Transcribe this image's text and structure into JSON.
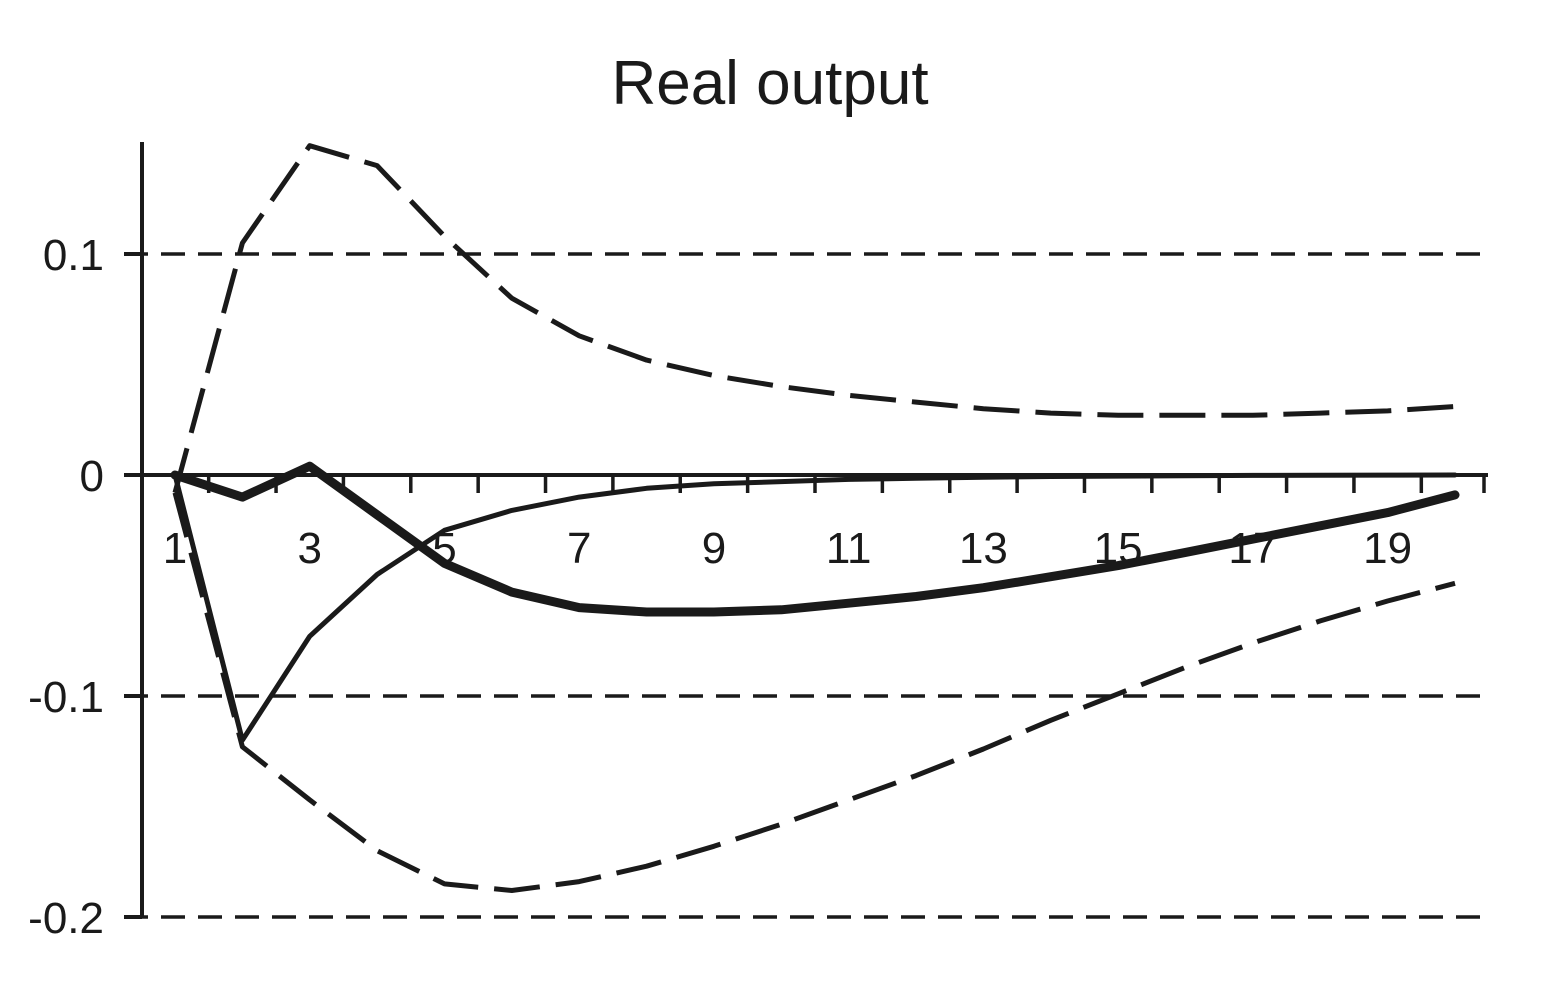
{
  "chart_data": {
    "type": "line",
    "title": "Real output",
    "xlabel": "",
    "ylabel": "",
    "xlim": [
      1,
      20
    ],
    "ylim": [
      -0.2,
      0.15
    ],
    "x_ticks": [
      1,
      3,
      5,
      7,
      9,
      11,
      13,
      15,
      17,
      19
    ],
    "x_tick_labels": [
      "1",
      "3",
      "5",
      "7",
      "9",
      "11",
      "13",
      "15",
      "17",
      "19"
    ],
    "y_ticks": [
      0.1,
      0,
      -0.1,
      -0.2
    ],
    "y_tick_labels": [
      "0.1",
      "0",
      "-0.1",
      "-0.2"
    ],
    "grid": "dashed horizontal lines at 0.1, -0.1, -0.2",
    "legend": "none",
    "x": [
      1,
      2,
      3,
      4,
      5,
      6,
      7,
      8,
      9,
      10,
      11,
      12,
      13,
      14,
      15,
      16,
      17,
      18,
      19,
      20
    ],
    "series": [
      {
        "style": "thick-solid",
        "values": [
          0.0,
          -0.01,
          0.004,
          -0.018,
          -0.04,
          -0.053,
          -0.06,
          -0.062,
          -0.062,
          -0.061,
          -0.058,
          -0.055,
          -0.051,
          -0.046,
          -0.041,
          -0.035,
          -0.029,
          -0.023,
          -0.017,
          -0.009
        ]
      },
      {
        "style": "thin-solid",
        "values": [
          0.0,
          -0.12,
          -0.073,
          -0.045,
          -0.025,
          -0.016,
          -0.01,
          -0.006,
          -0.004,
          -0.003,
          -0.002,
          -0.0015,
          -0.001,
          -0.0007,
          -0.0005,
          -0.0003,
          -0.0002,
          -0.0001,
          -5e-05,
          0.0
        ]
      },
      {
        "style": "dashed",
        "values": [
          -0.008,
          0.105,
          0.149,
          0.14,
          0.108,
          0.08,
          0.063,
          0.052,
          0.045,
          0.04,
          0.036,
          0.033,
          0.03,
          0.028,
          0.027,
          0.027,
          0.027,
          0.028,
          0.029,
          0.031
        ]
      },
      {
        "style": "dashed",
        "values": [
          -0.008,
          -0.123,
          -0.147,
          -0.17,
          -0.185,
          -0.188,
          -0.184,
          -0.177,
          -0.168,
          -0.158,
          -0.147,
          -0.136,
          -0.124,
          -0.111,
          -0.099,
          -0.087,
          -0.076,
          -0.066,
          -0.057,
          -0.049
        ]
      }
    ]
  },
  "colors": {
    "ink": "#1a1a1a",
    "background": "#ffffff"
  }
}
